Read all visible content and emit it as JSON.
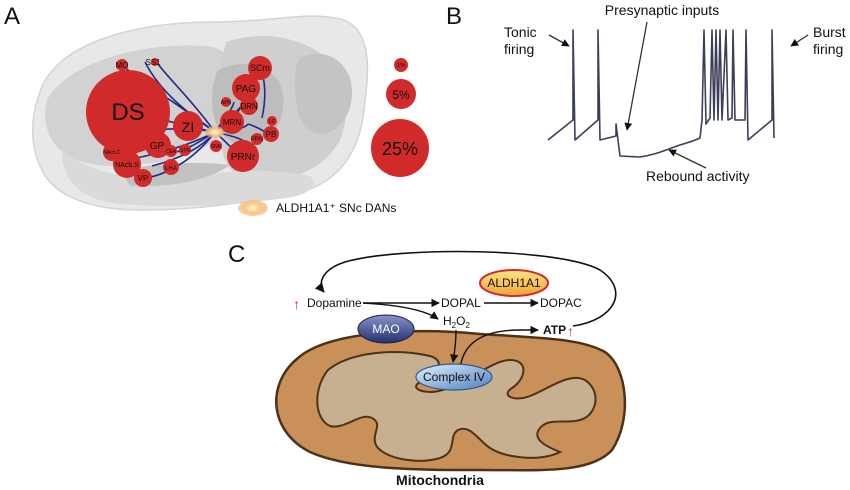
{
  "panels": {
    "a": {
      "letter": "A",
      "regions": [
        {
          "label": "DS",
          "color": "#d12a2a"
        },
        {
          "label": "ZI",
          "color": "#d12a2a"
        },
        {
          "label": "GP",
          "color": "#d12a2a"
        },
        {
          "label": "PAG",
          "color": "#d12a2a"
        },
        {
          "label": "SCm",
          "color": "#d12a2a"
        },
        {
          "label": "MRN",
          "color": "#d12a2a"
        },
        {
          "label": "DRN",
          "color": "#d12a2a"
        },
        {
          "label": "PRNr",
          "color": "#d12a2a"
        },
        {
          "label": "PB",
          "color": "#d12a2a"
        },
        {
          "label": "PPN",
          "color": "#d12a2a"
        },
        {
          "label": "CEA",
          "color": "#d12a2a"
        },
        {
          "label": "STN",
          "color": "#d12a2a"
        },
        {
          "label": "SNR",
          "color": "#d12a2a"
        },
        {
          "label": "LHA",
          "color": "#d12a2a"
        },
        {
          "label": "VP",
          "color": "#d12a2a"
        },
        {
          "label": "NAcb.S",
          "color": "#d12a2a"
        },
        {
          "label": "NAcb.C",
          "color": "#d12a2a"
        },
        {
          "label": "MO",
          "color": "#d12a2a"
        },
        {
          "label": "SS1",
          "color": "#d12a2a"
        },
        {
          "label": "APN",
          "color": "#d12a2a"
        },
        {
          "label": "LC",
          "color": "#d12a2a"
        }
      ],
      "scale_legend": [
        "1%",
        "5%",
        "25%"
      ],
      "legend_text": "ALDH1A1⁺ SNc DANs"
    },
    "b": {
      "letter": "B",
      "labels": {
        "presynaptic": "Presynaptic inputs",
        "tonic_line1": "Tonic",
        "tonic_line2": "firing",
        "burst_line1": "Burst",
        "burst_line2": "firing",
        "rebound": "Rebound activity"
      }
    },
    "c": {
      "letter": "C",
      "labels": {
        "dopamine": "Dopamine",
        "dopal": "DOPAL",
        "dopac": "DOPAC",
        "aldh": "ALDH1A1",
        "mao": "MAO",
        "h2o2_h": "H",
        "h2o2_sub1": "2",
        "h2o2_o": "O",
        "h2o2_sub2": "2",
        "atp": "ATP",
        "complex": "Complex IV",
        "mito": "Mitochondria",
        "up_arrow": "↑"
      }
    }
  },
  "colors": {
    "region_red": "#d12a2a",
    "pathway_blue": "#1f2d8a",
    "brain_gray": "#c8c8c8",
    "mito_outer": "#c9905a",
    "mito_inner": "#c7b08f",
    "trace": "#3a3f5a"
  }
}
